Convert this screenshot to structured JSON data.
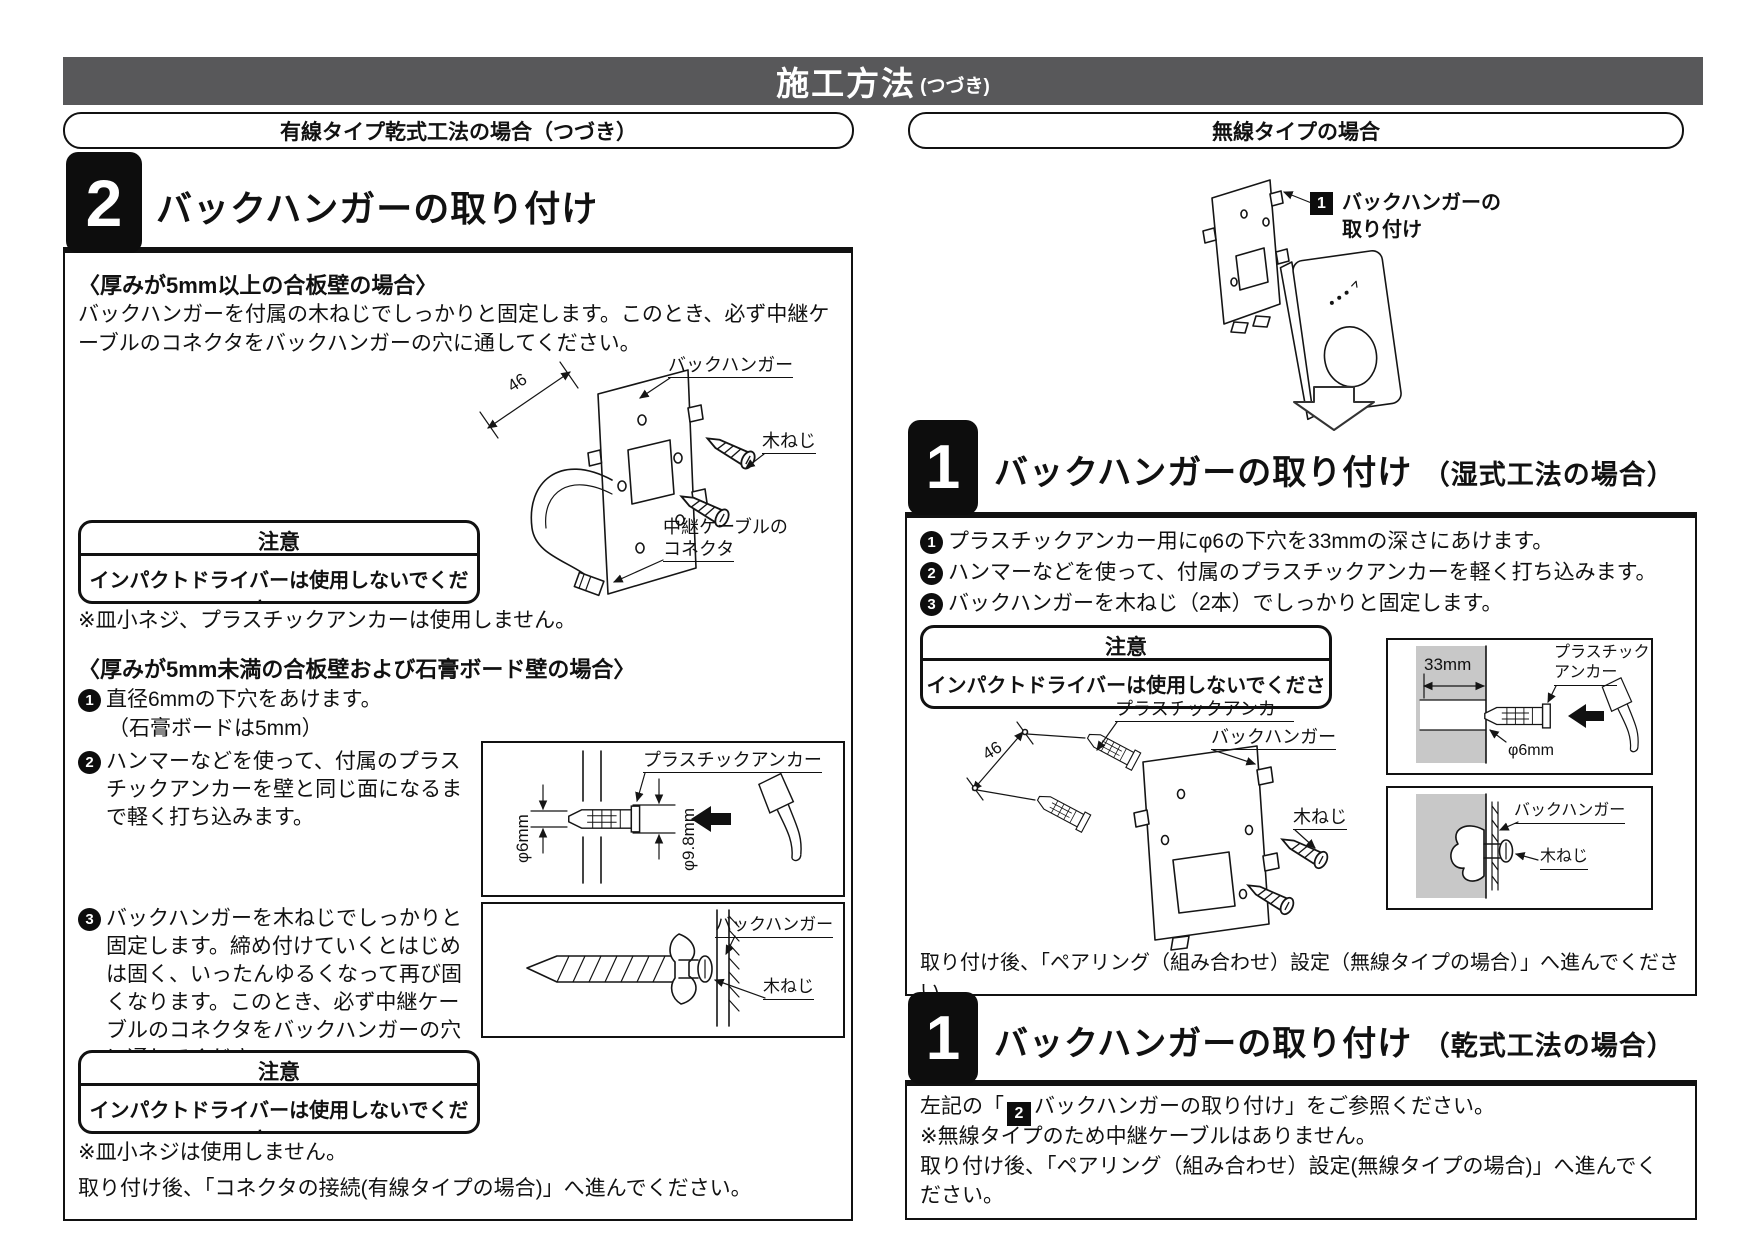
{
  "colors": {
    "header_bar": "#58585a",
    "wall_gray": "#c8c8c8",
    "ink": "#111111"
  },
  "header": {
    "title": "施工方法",
    "subtitle": "(つづき)"
  },
  "pills": {
    "left": "有線タイプ乾式工法の場合（つづき）",
    "right": "無線タイプの場合"
  },
  "caution": {
    "title": "注意",
    "body": "インパクトドライバーは使用しないでください。"
  },
  "left_col": {
    "step_number": "2",
    "step_title": "バックハンガーの取り付け",
    "case_thick": {
      "heading": "〈厚みが5mm以上の合板壁の場合〉",
      "body": "バックハンガーを付属の木ねじでしっかりと固定します。このとき、必ず中継ケーブルのコネクタをバックハンガーの穴に通してください。"
    },
    "diagram_hanger": {
      "dim": "46",
      "hanger": "バックハンガー",
      "screw": "木ねじ",
      "connector_line1": "中継ケーブルの",
      "connector_line2": "コネクタ"
    },
    "note_anchor": "※皿小ネジ、プラスチックアンカーは使用しません。",
    "case_thin": {
      "heading": "〈厚みが5mm未満の合板壁および石膏ボード壁の場合〉",
      "step1_num": "1",
      "step1": "直径6mmの下穴をあけます。",
      "step1b": "（石膏ボードは5mm）",
      "step2_num": "2",
      "step2": "ハンマーなどを使って、付属のプラスチックアンカーを壁と同じ面になるまで軽く打ち込みます。",
      "step3_num": "3",
      "step3": "バックハンガーを木ねじでしっかりと固定します。締め付けていくとはじめは固く、いったんゆるくなって再び固くなります。このとき、必ず中継ケーブルのコネクタをバックハンガーの穴に通してください。"
    },
    "diagram_anchor": {
      "anchor": "プラスチックアンカー",
      "dia6": "φ6mm",
      "dia98": "φ9.8mm"
    },
    "diagram_screw": {
      "hanger": "バックハンガー",
      "screw": "木ねじ"
    },
    "note_screw": "※皿小ネジは使用しません。",
    "footer": "取り付け後、「コネクタの接続(有線タイプの場合)」へ進んでください。"
  },
  "right_col": {
    "intro": {
      "badge": "1",
      "label": "バックハンガーの取り付け"
    },
    "wet": {
      "step_number": "1",
      "title": "バックハンガーの取り付け",
      "title_suffix": "（湿式工法の場合）",
      "steps": [
        {
          "num": "1",
          "text": "プラスチックアンカー用にφ6の下穴を33mmの深さにあけます。"
        },
        {
          "num": "2",
          "text": "ハンマーなどを使って、付属のプラスチックアンカーを軽く打ち込みます。"
        },
        {
          "num": "3",
          "text": "バックハンガーを木ねじ（2本）でしっかりと固定します。"
        }
      ],
      "diagram_main": {
        "dim": "46",
        "anchor": "プラスチックアンカー",
        "hanger": "バックハンガー",
        "screw": "木ねじ"
      },
      "diagram_drill": {
        "dim": "33mm",
        "anchor_line1": "プラスチック",
        "anchor_line2": "アンカー",
        "dia": "φ6mm"
      },
      "diagram_fix": {
        "hanger": "バックハンガー",
        "screw": "木ねじ"
      },
      "footer": "取り付け後、「ペアリング（組み合わせ）設定（無線タイプの場合）」へ進んでください。"
    },
    "dry": {
      "step_number": "1",
      "title": "バックハンガーの取り付け",
      "title_suffix": "（乾式工法の場合）",
      "line1_pre": "左記の「",
      "line1_badge": "2",
      "line1_post": "バックハンガーの取り付け」をご参照ください。",
      "line2": "※無線タイプのため中継ケーブルはありません。",
      "line3": "取り付け後、「ペアリング（組み合わせ）設定(無線タイプの場合)」へ進んでください。"
    }
  }
}
